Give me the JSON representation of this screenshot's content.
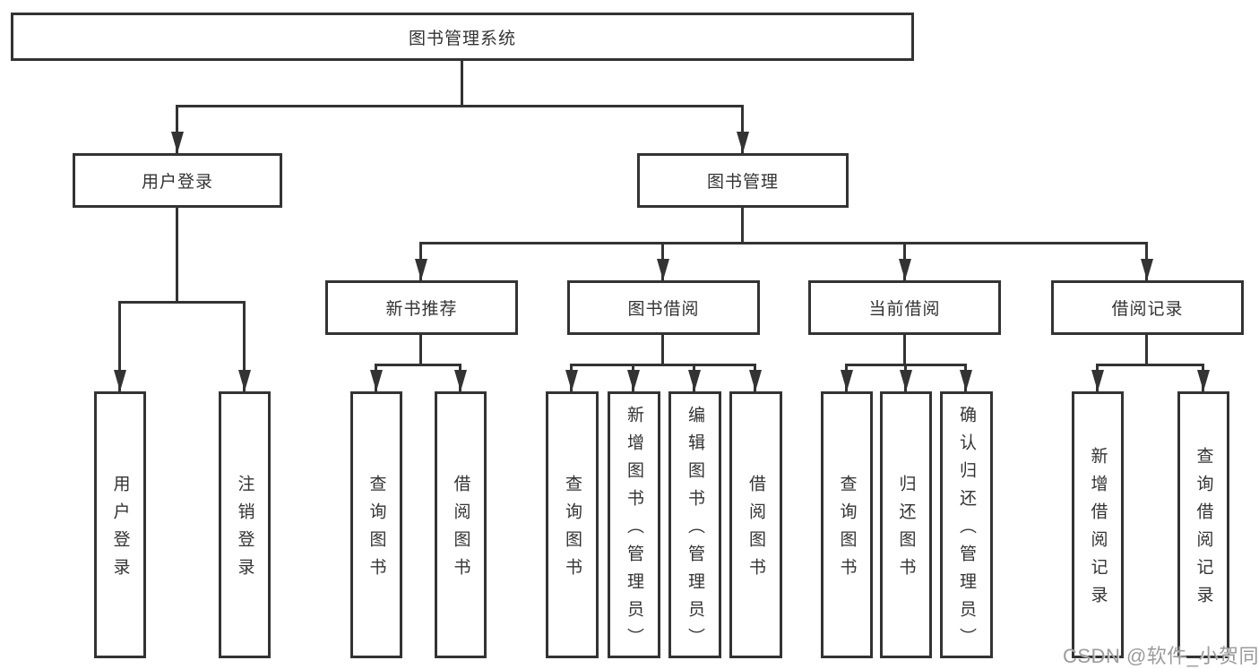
{
  "root": {
    "label": "图书管理系统"
  },
  "level2": {
    "user_login": {
      "label": "用户登录"
    },
    "book_management": {
      "label": "图书管理"
    }
  },
  "level3": {
    "new_book_recommend": {
      "label": "新书推荐"
    },
    "book_borrowing": {
      "label": "图书借阅"
    },
    "current_borrowing": {
      "label": "当前借阅"
    },
    "borrowing_records": {
      "label": "借阅记录"
    }
  },
  "leaves": {
    "user_login_group": [
      "用户登录",
      "注销登录"
    ],
    "new_book_group": [
      "查询图书",
      "借阅图书"
    ],
    "book_borrow_group": [
      "查询图书",
      "新增图书（管理员）",
      "编辑图书（管理员）",
      "借阅图书"
    ],
    "current_borrow_group": [
      "查询图书",
      "归还图书",
      "确认归还（管理员）"
    ],
    "records_group": [
      "新增借阅记录",
      "查询借阅记录"
    ]
  },
  "watermark": "CSDN @软件_小贺同学",
  "colors": {
    "line": "#333333",
    "box_border": "#333333",
    "text": "#333333",
    "background": "#ffffff",
    "watermark": "#9b9b9b"
  }
}
